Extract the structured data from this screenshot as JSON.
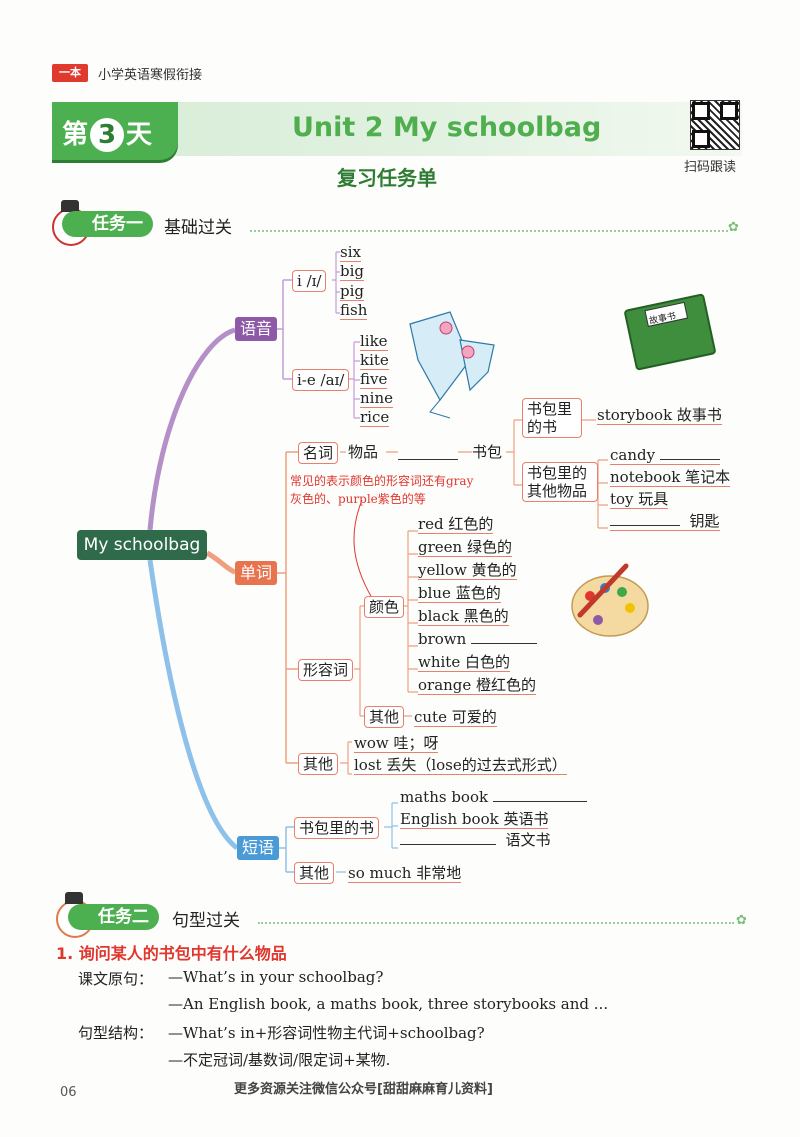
{
  "header": {
    "brand": "一本",
    "series": "小学英语寒假衔接",
    "day_prefix": "第",
    "day_number": "3",
    "day_suffix": "天",
    "unit_title": "Unit 2 My schoolbag",
    "qr_label": "扫码跟读",
    "subtitle": "复习任务单"
  },
  "task1": {
    "tag": "任务一",
    "title": "基础过关"
  },
  "mindmap": {
    "root": "My schoolbag",
    "phonics": {
      "label": "语音",
      "i_label": "i /ɪ/",
      "i_words": [
        "six",
        "big",
        "pig",
        "fish"
      ],
      "ie_label": "i-e /aɪ/",
      "ie_words": [
        "like",
        "kite",
        "five",
        "nine",
        "rice"
      ]
    },
    "words": {
      "label": "单词",
      "noun": "名词",
      "things": "物品",
      "schoolbag": "书包",
      "in_bag_books": "书包里的书",
      "storybook": "storybook 故事书",
      "other_items_label": "书包里的其他物品",
      "candy": "candy",
      "notebook": "notebook 笔记本",
      "toy": "toy 玩具",
      "key": "钥匙",
      "note": "常见的表示颜色的形容词还有gray灰色的、purple紫色的等",
      "adjective": "形容词",
      "color": "颜色",
      "colors": [
        "red 红色的",
        "green 绿色的",
        "yellow 黄色的",
        "blue 蓝色的",
        "black 黑色的",
        "brown",
        "white 白色的",
        "orange 橙红色的"
      ],
      "adj_other": "其他",
      "cute": "cute 可爱的",
      "other": "其他",
      "wow": "wow 哇；呀",
      "lost": "lost 丢失（lose的过去式形式）"
    },
    "phrases": {
      "label": "短语",
      "books_in_bag": "书包里的书",
      "maths_book": "maths book",
      "english_book": "English book 英语书",
      "chinese_book": "语文书",
      "other": "其他",
      "so_much": "so much 非常地"
    }
  },
  "task2": {
    "tag": "任务二",
    "title": "句型过关"
  },
  "section2": {
    "heading": "1. 询问某人的书包中有什么物品",
    "text_label": "课文原句：",
    "text_q": "—What’s in your schoolbag?",
    "text_a": "—An English book, a maths book, three storybooks and ...",
    "structure_label": "句型结构：",
    "structure_q": "—What’s in+形容词性物主代词+schoolbag?",
    "structure_a": "—不定冠词/基数词/限定词+某物."
  },
  "footer": {
    "page": "06",
    "note": "更多资源关注微信公众号[甜甜麻麻育儿资料]"
  },
  "colors": {
    "green": "#4caf50",
    "red": "#e0362e",
    "phonics": "#8e5aa8",
    "words": "#e8734f",
    "phrases": "#4a9ad8",
    "root": "#2f6b4a"
  }
}
